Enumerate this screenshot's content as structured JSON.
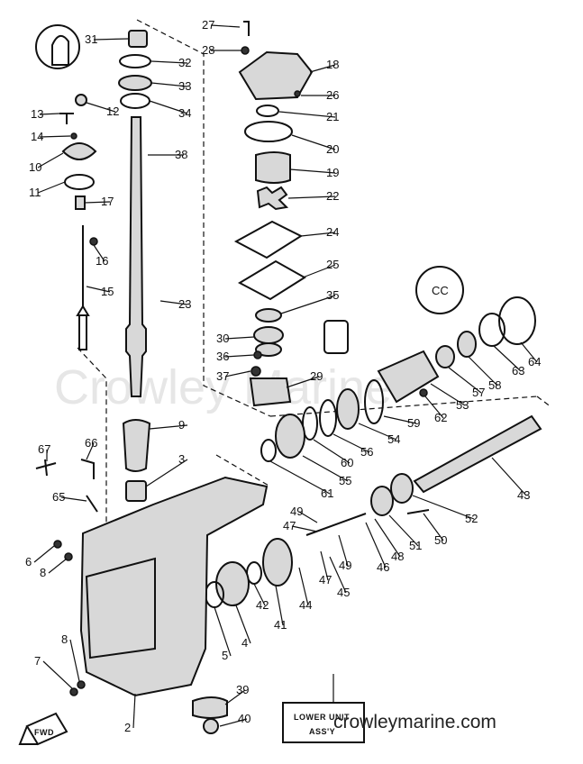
{
  "watermark": "Crowley Marine",
  "site_url": "crowleymarine.com",
  "assembly_label": {
    "line1": "LOWER UNIT",
    "line2": "ASS'Y"
  },
  "direction_label": "FWD",
  "seal_label": "CC",
  "part_numbers": [
    "2",
    "3",
    "4",
    "5",
    "6",
    "7",
    "8",
    "9",
    "10",
    "11",
    "12",
    "13",
    "14",
    "15",
    "16",
    "17",
    "18",
    "19",
    "20",
    "21",
    "22",
    "23",
    "24",
    "25",
    "26",
    "27",
    "28",
    "29",
    "30",
    "31",
    "32",
    "33",
    "34",
    "35",
    "36",
    "37",
    "38",
    "39",
    "40",
    "41",
    "42",
    "43",
    "44",
    "45",
    "46",
    "47",
    "48",
    "49",
    "50",
    "51",
    "52",
    "53",
    "54",
    "55",
    "56",
    "57",
    "58",
    "59",
    "60",
    "61",
    "62",
    "63",
    "64",
    "65",
    "66",
    "67"
  ]
}
